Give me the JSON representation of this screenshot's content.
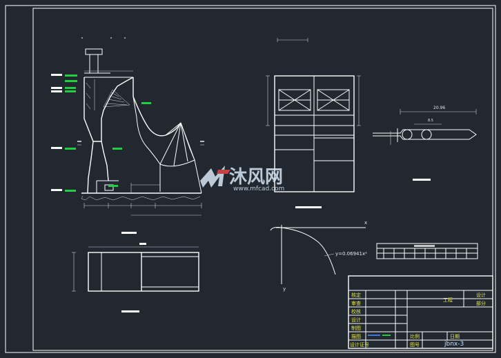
{
  "title_block": {
    "row1_left": "核定",
    "row1_mid": "工程",
    "row1_right": "设计",
    "row2_left": "审查",
    "row2_right": "部分",
    "row3_left": "校核",
    "row4_left": "设计",
    "row5_left": "制图",
    "row6_left": "描图",
    "row6_mid": "比例",
    "row6_right": "日期",
    "row7_left": "设计证号",
    "row7_mid": "图号",
    "drawing_no": "jbnx-3"
  },
  "curve": {
    "equation": "y=0.06941x²",
    "x_axis": "x",
    "y_axis": "y"
  },
  "dims": {
    "plan_width": "20.96",
    "plan_inner": "8.5"
  },
  "watermark": {
    "brand": "沐风网",
    "url": "www.mfcad.com"
  },
  "colors": {
    "background": "#212830",
    "lines": "#ffffff",
    "green_text": "#20d040",
    "watermark": "#d8e6f5"
  }
}
